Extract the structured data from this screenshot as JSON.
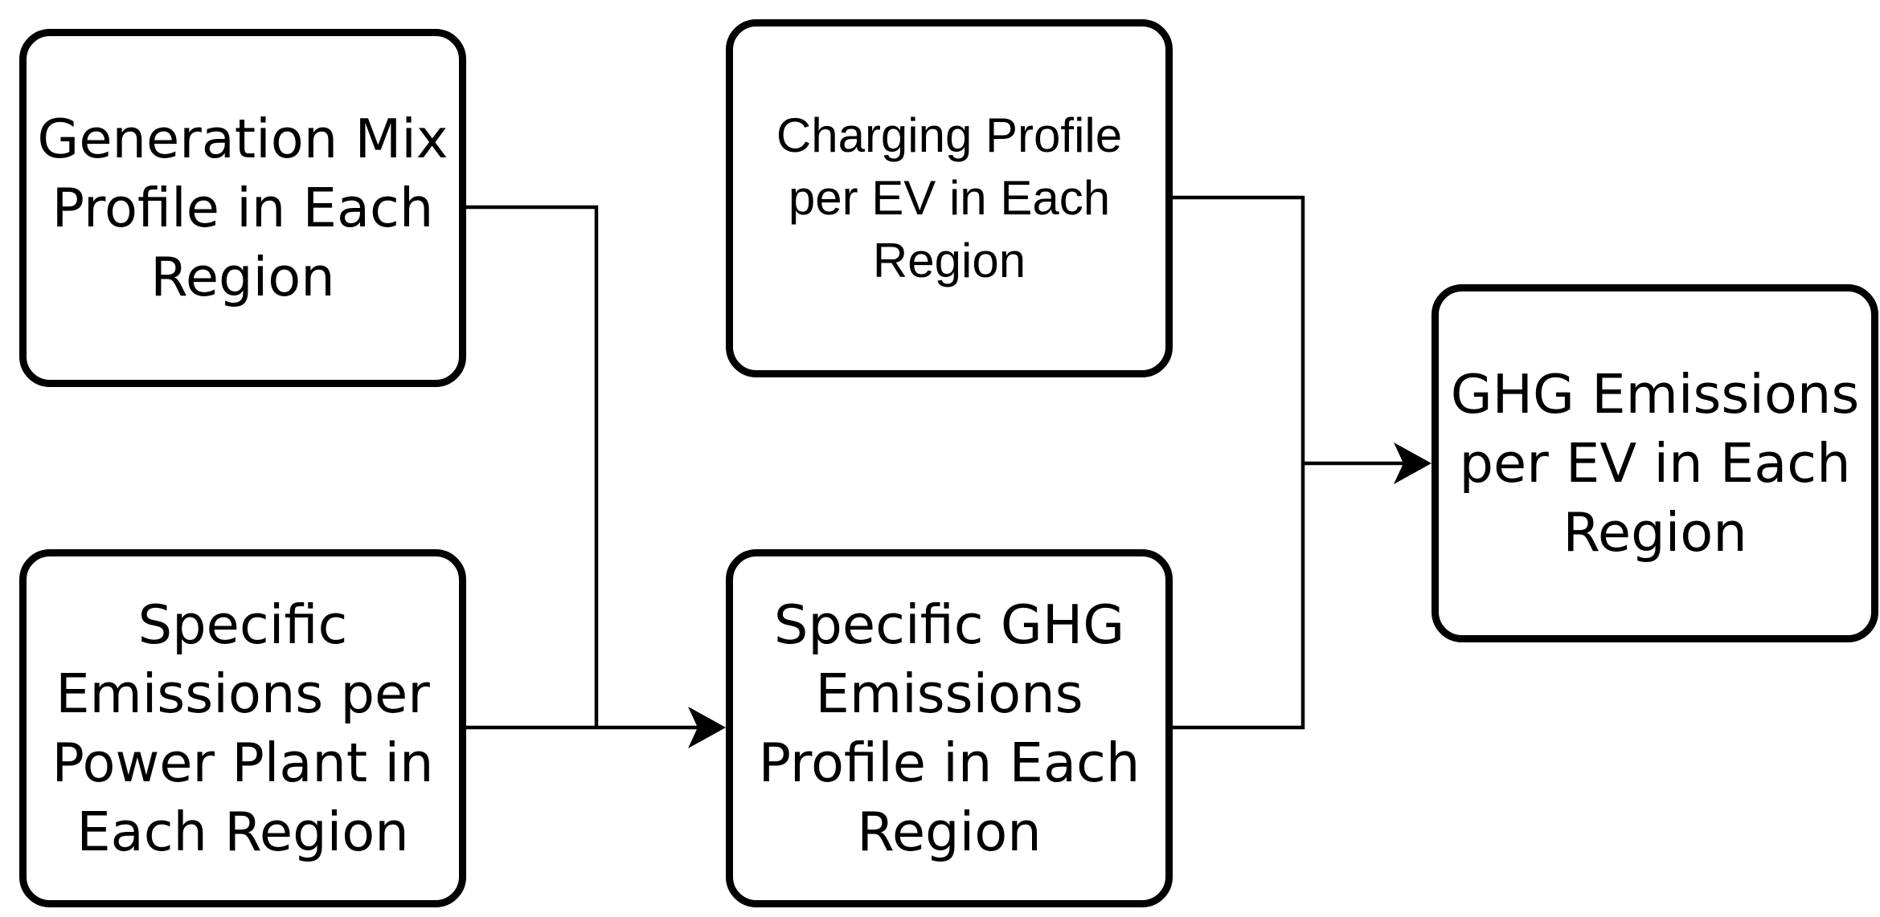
{
  "diagram": {
    "nodes": {
      "generation_mix": "Generation Mix\nProfile in Each\nRegion",
      "specific_emissions": "Specific\nEmissions per\nPower Plant in\nEach Region",
      "charging_profile": "Charging Profile\nper EV in Each\nRegion",
      "specific_ghg": "Specific GHG\nEmissions\nProfile in Each\nRegion",
      "ghg_emissions": "GHG Emissions\nper EV in Each\nRegion"
    },
    "edges": [
      {
        "from": "generation_mix",
        "to": "specific_ghg"
      },
      {
        "from": "specific_emissions",
        "to": "specific_ghg"
      },
      {
        "from": "charging_profile",
        "to": "ghg_emissions"
      },
      {
        "from": "specific_ghg",
        "to": "ghg_emissions"
      }
    ],
    "colors": {
      "stroke": "#000000",
      "fill": "#ffffff",
      "text": "#000000"
    }
  }
}
